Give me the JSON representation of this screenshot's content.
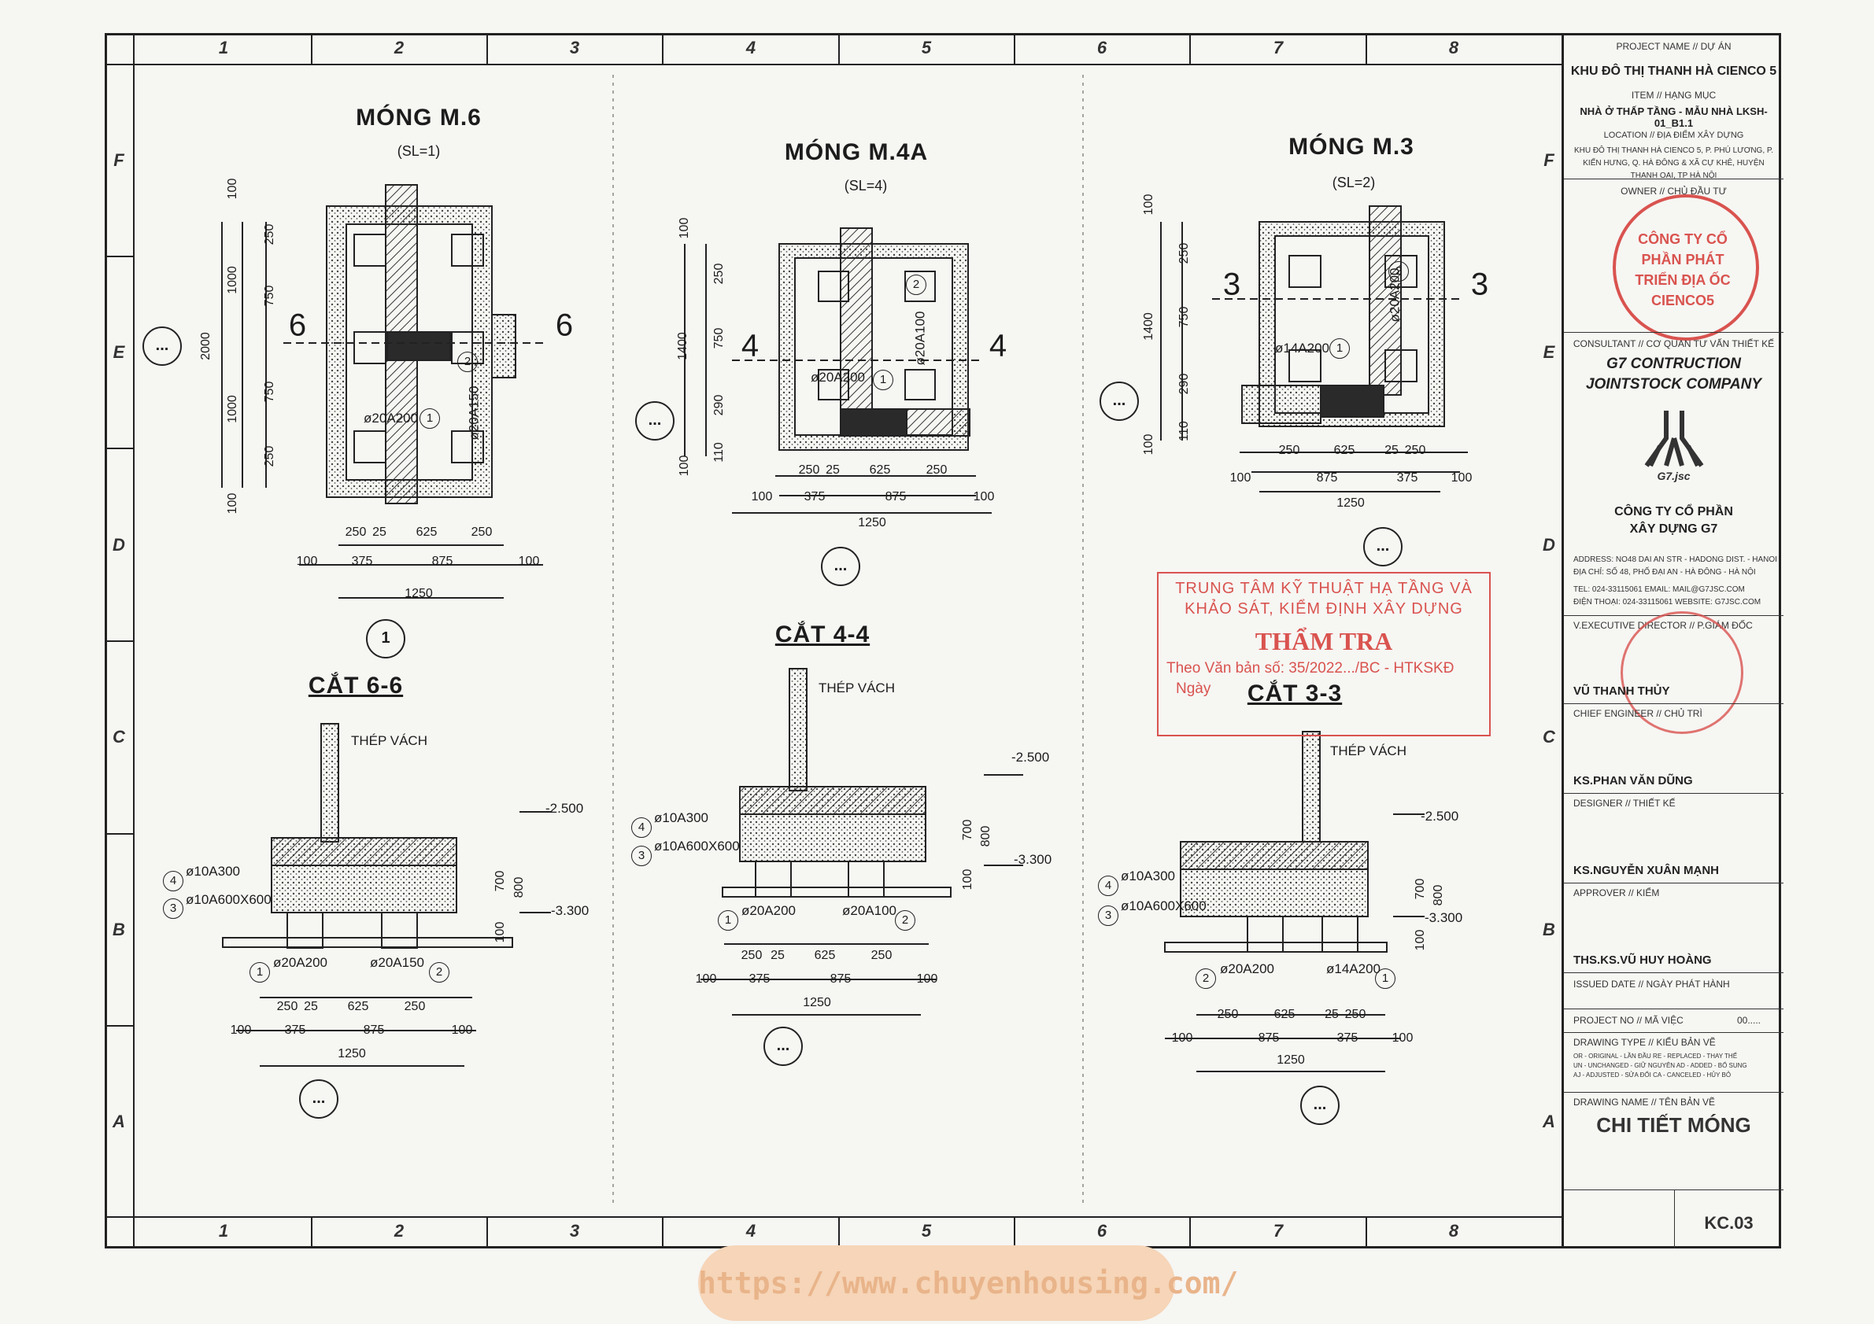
{
  "grid": {
    "columns": [
      "1",
      "2",
      "3",
      "4",
      "5",
      "6",
      "7",
      "8"
    ],
    "rows": [
      "F",
      "E",
      "D",
      "C",
      "B",
      "A"
    ]
  },
  "plans": [
    {
      "title": "MÓNG M.6",
      "sl": "(SL=1)",
      "section": "6",
      "ref": "1",
      "callouts": [
        "ø20A200",
        "ø20A150"
      ],
      "dims_bottom": [
        "250",
        "25",
        "625",
        "250",
        "100",
        "375",
        "875",
        "100",
        "1250"
      ],
      "dims_left": [
        "100",
        "250",
        "750",
        "750",
        "250",
        "100",
        "1000",
        "1000",
        "2000"
      ]
    },
    {
      "title": "MÓNG M.4A",
      "sl": "(SL=4)",
      "section": "4",
      "callouts": [
        "ø20A200",
        "ø20A100"
      ],
      "dims_bottom": [
        "250",
        "25",
        "625",
        "250",
        "100",
        "375",
        "875",
        "100",
        "1250"
      ],
      "dims_left": [
        "100",
        "250",
        "750",
        "290",
        "110",
        "100",
        "1400"
      ]
    },
    {
      "title": "MÓNG M.3",
      "sl": "(SL=2)",
      "section": "3",
      "callouts": [
        "ø14A200",
        "ø20A200"
      ],
      "dims_bottom": [
        "250",
        "625",
        "25",
        "250",
        "100",
        "875",
        "375",
        "100",
        "1250"
      ],
      "dims_left": [
        "100",
        "250",
        "750",
        "290",
        "110",
        "100",
        "1400"
      ]
    }
  ],
  "sections": [
    {
      "title": "CẮT 6-6",
      "wall": "THÉP VÁCH",
      "levels": [
        "-2.500",
        "-3.300"
      ],
      "heights": [
        "700",
        "800",
        "100"
      ],
      "rebar": [
        "ø10A300",
        "ø10A600X600",
        "ø20A200",
        "ø20A150"
      ],
      "dims": [
        "250",
        "25",
        "625",
        "250",
        "100",
        "375",
        "875",
        "100",
        "1250"
      ]
    },
    {
      "title": "CẮT 4-4",
      "wall": "THÉP VÁCH",
      "levels": [
        "-2.500",
        "-3.300"
      ],
      "heights": [
        "700",
        "800",
        "100"
      ],
      "rebar": [
        "ø10A300",
        "ø10A600X600",
        "ø20A200",
        "ø20A100"
      ],
      "dims": [
        "250",
        "25",
        "625",
        "250",
        "100",
        "375",
        "875",
        "100",
        "1250"
      ]
    },
    {
      "title": "CẮT 3-3",
      "wall": "THÉP VÁCH",
      "levels": [
        "-2.500",
        "-3.300"
      ],
      "heights": [
        "700",
        "800",
        "100"
      ],
      "rebar": [
        "ø10A300",
        "ø10A600X600",
        "ø20A200",
        "ø14A200"
      ],
      "dims": [
        "250",
        "625",
        "25",
        "250",
        "100",
        "875",
        "375",
        "100",
        "1250"
      ]
    }
  ],
  "ellipsis": "...",
  "title_block": {
    "project_label": "PROJECT NAME // DỰ ÁN",
    "project": "KHU ĐÔ THỊ THANH HÀ CIENCO 5",
    "item_label": "ITEM // HẠNG MỤC",
    "item": "NHÀ Ở THẤP TẦNG - MẪU NHÀ LKSH-01_B1.1",
    "location_label": "LOCATION // ĐỊA ĐIỂM XÂY DỰNG",
    "location": "KHU ĐÔ THỊ THANH HÀ CIENCO 5, P. PHÚ LƯƠNG, P. KIẾN HƯNG, Q. HÀ ĐÔNG & XÃ CỰ KHÊ, HUYỆN THANH OAI, TP HÀ NỘI",
    "owner_label": "OWNER // CHỦ ĐẦU TƯ",
    "owner_stamp": "CÔNG TY CỔ PHẦN PHÁT TRIỂN ĐỊA ỐC CIENCO5",
    "consultant_label": "CONSULTANT // CƠ QUAN TƯ VẤN THIẾT KẾ",
    "consultant_1": "G7 CONTRUCTION",
    "consultant_2": "JOINTSTOCK COMPANY",
    "logo_text": "G7.jsc",
    "company_1": "CÔNG TY CỔ PHẦN",
    "company_2": "XÂY DỰNG G7",
    "address": "ADDRESS:  NO48 DAI AN STR - HADONG DIST. - HANOI",
    "address_vn": "ĐỊA CHỈ:  SỐ 48, PHỐ ĐẠI AN - HÀ ĐÔNG - HÀ NỘI",
    "tel": "TEL:  024-33115061  EMAIL: MAIL@G7JSC.COM",
    "tel_vn": "ĐIỆN THOẠI: 024-33115061  WEBSITE: G7JSC.COM",
    "director_label": "V.EXECUTIVE DIRECTOR // P.GIÁM ĐỐC",
    "director": "VŨ THANH THỦY",
    "chief_label": "CHIEF ENGINEER // CHỦ TRÌ",
    "chief": "KS.PHAN VĂN DŨNG",
    "designer_label": "DESIGNER // THIẾT KẾ",
    "designer": "KS.NGUYỄN XUÂN MẠNH",
    "approver_label": "APPROVER // KIỂM",
    "approver": "THS.KS.VŨ HUY HOÀNG",
    "issued_label": "ISSUED DATE // NGÀY PHÁT HÀNH",
    "projno_label": "PROJECT NO // MÃ VIỆC",
    "projno": "00.....",
    "dtype_label": "DRAWING TYPE // KIỂU BẢN VẼ",
    "dtype_1": "OR - ORIGINAL - LẦN ĐẦU     RE - REPLACED - THAY THẾ",
    "dtype_2": "UN - UNCHANGED - GIỮ NGUYÊN  AD - ADDED - BỔ SUNG",
    "dtype_3": "AJ - ADJUSTED - SỬA ĐỔI     CA - CANCELED - HỦY BỎ",
    "dname_label": "DRAWING NAME // TÊN BẢN VẼ",
    "dname": "CHI TIẾT MÓNG",
    "sheet": "KC.03"
  },
  "review_stamp": {
    "line1": "TRUNG TÂM KỸ THUẬT HẠ TẦNG VÀ",
    "line2": "KHẢO SÁT, KIỂM ĐỊNH XÂY DỰNG",
    "line3": "THẨM TRA",
    "line4": "Theo Văn bản số: 35/2022.../BC - HTKSKĐ",
    "line5": "Ngày"
  },
  "watermark_url": "https://www.chuyenhousing.com/",
  "colors": {
    "stamp": "#d9534f",
    "line": "#222222",
    "fill": "#2a2a2a"
  }
}
